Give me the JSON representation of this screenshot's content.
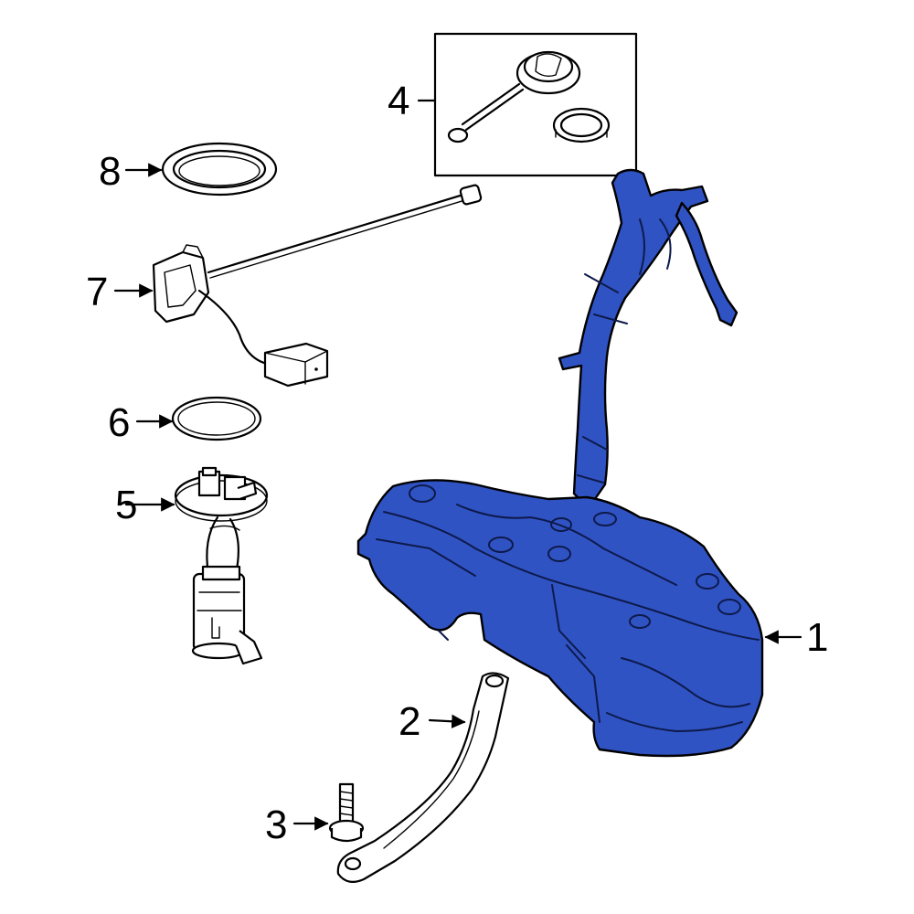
{
  "highlight_color": "#3053c4",
  "callouts": [
    {
      "id": "1",
      "label": "1"
    },
    {
      "id": "2",
      "label": "2"
    },
    {
      "id": "3",
      "label": "3"
    },
    {
      "id": "4",
      "label": "4"
    },
    {
      "id": "5",
      "label": "5"
    },
    {
      "id": "6",
      "label": "6"
    },
    {
      "id": "7",
      "label": "7"
    },
    {
      "id": "8",
      "label": "8"
    }
  ]
}
